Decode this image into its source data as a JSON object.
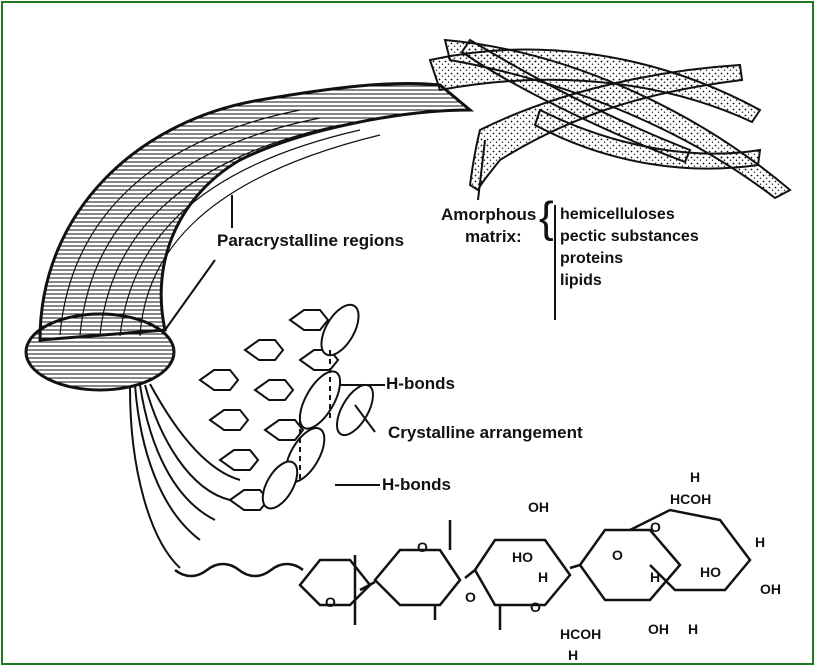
{
  "labels": {
    "paracrystalline": "Paracrystalline regions",
    "amorphous_title_line1": "Amorphous",
    "amorphous_title_line2": "matrix:",
    "matrix_components": [
      "hemicelluloses",
      "pectic substances",
      "proteins",
      "lipids"
    ],
    "hbonds_top": "H-bonds",
    "crystalline": "Crystalline arrangement",
    "hbonds_bottom": "H-bonds"
  },
  "chemistry": {
    "oh_1": "OH",
    "ho_1": "HO",
    "h_1": "H",
    "hcoh_top": "HCOH",
    "h_top": "H",
    "h_ring": "H",
    "ho_ring": "HO",
    "oh_ring_right": "OH",
    "h_ring_left": "H",
    "oh_bottom_1": "OH",
    "h_bottom_2": "H",
    "hcoh_bottom": "HCOH",
    "h_bottom": "H",
    "o_1": "O",
    "o_2": "O",
    "o_3": "O",
    "o_4": "O",
    "o_5": "O",
    "o_6": "O"
  },
  "colors": {
    "border": "#1e7a1e",
    "ink": "#111111"
  }
}
